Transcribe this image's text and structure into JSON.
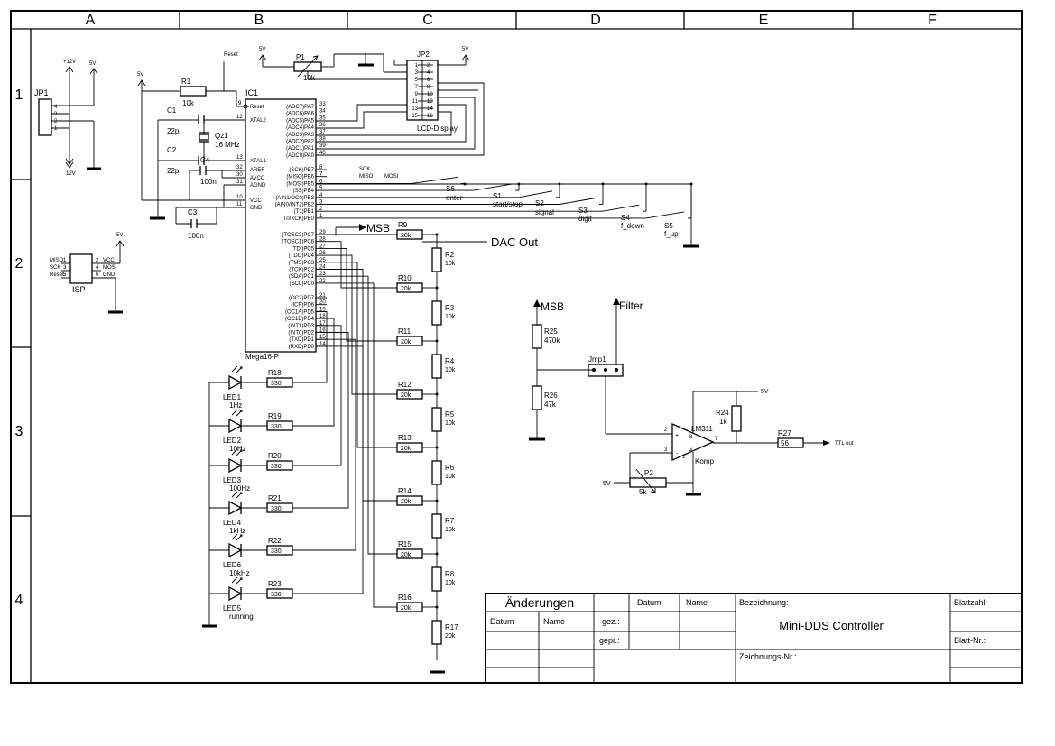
{
  "frame": {
    "columns": [
      "A",
      "B",
      "C",
      "D",
      "E",
      "F"
    ],
    "rows": [
      "1",
      "2",
      "3",
      "4"
    ]
  },
  "connectors": {
    "jp1": {
      "label": "JP1",
      "pins": [
        "4",
        "3",
        "2",
        "1"
      ],
      "supplies": [
        "+12V",
        "5V"
      ],
      "bottom": "12V"
    },
    "isp": {
      "label": "ISP",
      "left_pins": [
        "MISO",
        "SCK",
        "Reset"
      ],
      "left_nums": [
        "1",
        "3",
        "5"
      ],
      "right_nums": [
        "2",
        "4",
        "6"
      ],
      "right_pins": [
        "VCC",
        "MOSI",
        "GND"
      ],
      "supply": "5V"
    },
    "jp2": {
      "label": "JP2",
      "caption": "LCD-Display",
      "supply": "5V",
      "left_nums": [
        "1",
        "3",
        "5",
        "7",
        "9",
        "11",
        "13",
        "15"
      ],
      "right_nums": [
        "2",
        "4",
        "6",
        "8",
        "10",
        "12",
        "14",
        "16"
      ]
    },
    "jmp1": {
      "label": "Jmp1"
    }
  },
  "supplies": {
    "five_v": "5V",
    "reset": "Reset"
  },
  "components": {
    "r1": {
      "name": "R1",
      "value": "10k"
    },
    "p1": {
      "name": "P1",
      "value": "10k"
    },
    "c1": {
      "name": "C1",
      "value": "22p"
    },
    "c2": {
      "name": "C2",
      "value": "22p"
    },
    "c3": {
      "name": "C3",
      "value": "100n"
    },
    "c4": {
      "name": "C4",
      "value": "100n"
    },
    "qz1": {
      "name": "Qz1",
      "value": "16 MHz"
    },
    "r2": {
      "name": "R2",
      "value": "10k"
    },
    "r3": {
      "name": "R3",
      "value": "10k"
    },
    "r4": {
      "name": "R4",
      "value": "10k"
    },
    "r5": {
      "name": "R5",
      "value": "10k"
    },
    "r6": {
      "name": "R6",
      "value": "10k"
    },
    "r7": {
      "name": "R7",
      "value": "10k"
    },
    "r8": {
      "name": "R8",
      "value": "10k"
    },
    "r17": {
      "name": "R17",
      "value": "20k"
    },
    "r9": {
      "name": "R9",
      "value": "20k"
    },
    "r10": {
      "name": "R10",
      "value": "20k"
    },
    "r11": {
      "name": "R11",
      "value": "20k"
    },
    "r12": {
      "name": "R12",
      "value": "20k"
    },
    "r13": {
      "name": "R13",
      "value": "20k"
    },
    "r14": {
      "name": "R14",
      "value": "20k"
    },
    "r15": {
      "name": "R15",
      "value": "20k"
    },
    "r16": {
      "name": "R16",
      "value": "20k"
    },
    "r18": {
      "name": "R18",
      "value": "330"
    },
    "r19": {
      "name": "R19",
      "value": "330"
    },
    "r20": {
      "name": "R20",
      "value": "330"
    },
    "r21": {
      "name": "R21",
      "value": "330"
    },
    "r22": {
      "name": "R22",
      "value": "330"
    },
    "r23": {
      "name": "R23",
      "value": "330"
    },
    "r24": {
      "name": "R24",
      "value": "1k"
    },
    "r25": {
      "name": "R25",
      "value": "470k"
    },
    "r26": {
      "name": "R26",
      "value": "47k"
    },
    "r27": {
      "name": "R27",
      "value": "56"
    },
    "p2": {
      "name": "P2",
      "value": "5k"
    },
    "lm311": {
      "name": "LM311",
      "caption": "Komp",
      "pins": [
        "2",
        "3",
        "8",
        "4",
        "7",
        "1"
      ]
    }
  },
  "leds": [
    {
      "name": "LED1",
      "freq": "1Hz"
    },
    {
      "name": "LED2",
      "freq": "10Hz"
    },
    {
      "name": "LED3",
      "freq": "100Hz"
    },
    {
      "name": "LED4",
      "freq": "1kHz"
    },
    {
      "name": "LED6",
      "freq": "10kHz"
    },
    {
      "name": "LED5",
      "freq": "running"
    }
  ],
  "switches": [
    {
      "name": "S6",
      "label": "enter"
    },
    {
      "name": "S1",
      "label": "start/stop"
    },
    {
      "name": "S2",
      "label": "signal"
    },
    {
      "name": "S3",
      "label": "digit"
    },
    {
      "name": "S4",
      "label": "f_down"
    },
    {
      "name": "S5",
      "label": "f_up"
    }
  ],
  "ic1": {
    "name": "IC1",
    "part": "Mega16-P",
    "left_pins": [
      {
        "num": "9",
        "name": "Reset"
      },
      {
        "num": "12",
        "name": "XTAL2"
      },
      {
        "num": "13",
        "name": "XTAL1"
      },
      {
        "num": "32",
        "name": "AREF"
      },
      {
        "num": "30",
        "name": "AVCC"
      },
      {
        "num": "31",
        "name": "AGND"
      },
      {
        "num": "10",
        "name": "VCC"
      },
      {
        "num": "11",
        "name": "GND"
      }
    ],
    "port_a": [
      {
        "name": "(ADC7)PA7",
        "num": "33"
      },
      {
        "name": "(ADC6)PA6",
        "num": "34"
      },
      {
        "name": "(ADC5)PA5",
        "num": "35"
      },
      {
        "name": "(ADC4)PA4",
        "num": "36"
      },
      {
        "name": "(ADC3)PA3",
        "num": "37"
      },
      {
        "name": "(ADC2)PA2",
        "num": "38"
      },
      {
        "name": "(ADC1)PA1",
        "num": "39"
      },
      {
        "name": "(ADC0)PA0",
        "num": "40"
      }
    ],
    "port_b": [
      {
        "name": "(SCK)PB7",
        "num": "8"
      },
      {
        "name": "(MISO)PB6",
        "num": "7"
      },
      {
        "name": "(MOSI)PB5",
        "num": "6"
      },
      {
        "name": "(SS)PB4",
        "num": "5"
      },
      {
        "name": "(AIN1/OC0)PB3",
        "num": "4"
      },
      {
        "name": "(AIN0/INT2)PB2",
        "num": "3"
      },
      {
        "name": "(T1)PB1",
        "num": "2"
      },
      {
        "name": "(T0/XCK)PB0",
        "num": "1"
      }
    ],
    "port_c": [
      {
        "name": "(TOSC2)PC7",
        "num": "29"
      },
      {
        "name": "(TOSC1)PC6",
        "num": "28"
      },
      {
        "name": "(TDI)PC5",
        "num": "27"
      },
      {
        "name": "(TDO)PC4",
        "num": "26"
      },
      {
        "name": "(TMS)PC3",
        "num": "25"
      },
      {
        "name": "(TCK)PC2",
        "num": "24"
      },
      {
        "name": "(SDA)PC1",
        "num": "23"
      },
      {
        "name": "(SCL)PC0",
        "num": "22"
      }
    ],
    "port_d": [
      {
        "name": "(OC2)PD7",
        "num": "21"
      },
      {
        "name": "(ICP)PD6",
        "num": "20"
      },
      {
        "name": "(OC1A)PD5",
        "num": "19"
      },
      {
        "name": "(OC1B)PD4",
        "num": "18"
      },
      {
        "name": "(INT1)PD3",
        "num": "17"
      },
      {
        "name": "(INT0)PD2",
        "num": "16"
      },
      {
        "name": "(TXD)PD1",
        "num": "15"
      },
      {
        "name": "(RXD)PD0",
        "num": "14"
      }
    ],
    "net_labels": {
      "sck": "SCK",
      "miso": "MISO",
      "mosi": "MOSI"
    }
  },
  "signals": {
    "msb": "MSB",
    "dac_out": "DAC Out",
    "filter": "Filter",
    "ttl_out": "TTL out",
    "v5": "5V"
  },
  "title_block": {
    "changes": "Änderungen",
    "datum": "Datum",
    "name": "Name",
    "gez": "gez.:",
    "gepr": "gepr.:",
    "bezeichnung": "Bezeichnung:",
    "title": "Mini-DDS Controller",
    "zeichnungs_nr": "Zeichnungs-Nr.:",
    "blattzahl": "Blattzahl:",
    "blatt_nr": "Blatt-Nr.:"
  }
}
